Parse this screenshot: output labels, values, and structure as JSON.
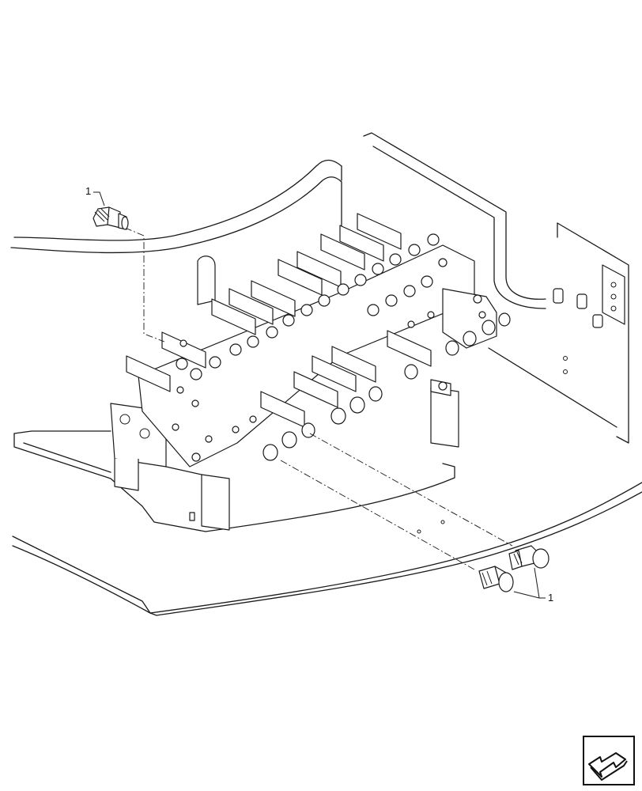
{
  "diagram": {
    "callouts": [
      {
        "id": "callout-top",
        "label": "1"
      },
      {
        "id": "callout-bottom",
        "label": "1"
      }
    ]
  },
  "navigation": {
    "icon": "next-page-arrow-icon"
  }
}
